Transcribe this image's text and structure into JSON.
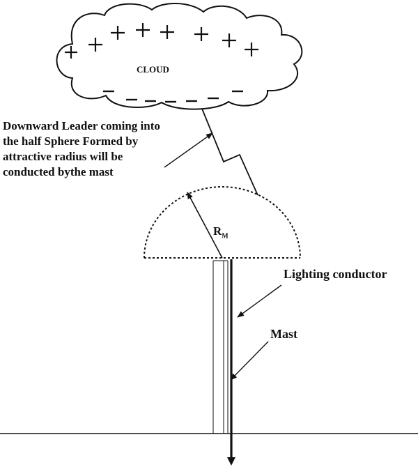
{
  "cloud": {
    "label": "CLOUD",
    "positive_symbol": "+",
    "negative_symbol": "–"
  },
  "leader_label": [
    "Downward Leader coming into",
    "the half Sphere Formed by",
    "attractive radius will be",
    "conducted bythe mast"
  ],
  "radius": {
    "symbol": "R",
    "subscript": "M"
  },
  "conductor_label": "Lighting conductor",
  "mast_label": "Mast",
  "colors": {
    "ink": "#111111",
    "background": "#ffffff"
  }
}
